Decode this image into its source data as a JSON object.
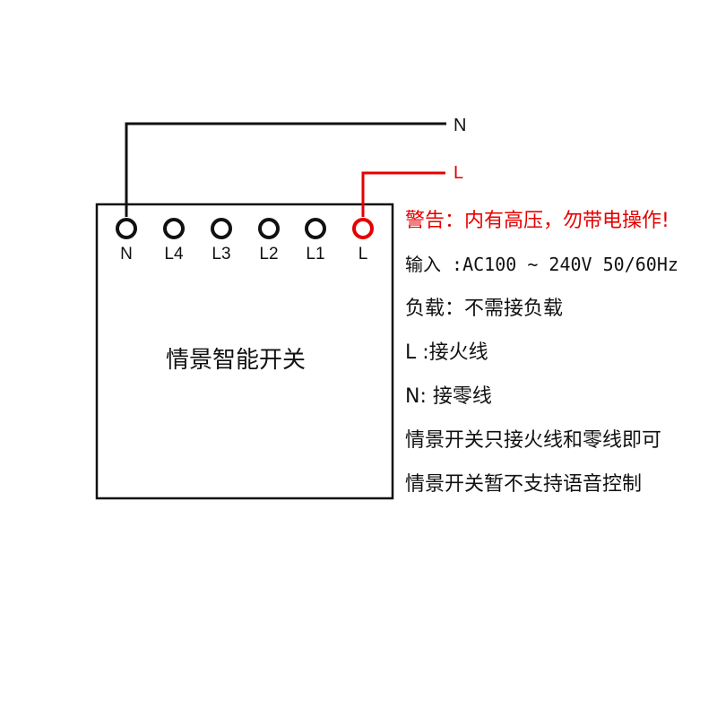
{
  "wires": {
    "neutral": {
      "label": "N",
      "color": "#111111"
    },
    "live": {
      "label": "L",
      "color": "#e60000"
    }
  },
  "device": {
    "title": "情景智能开关",
    "terminals": [
      {
        "label": "N"
      },
      {
        "label": "L4"
      },
      {
        "label": "L3"
      },
      {
        "label": "L2"
      },
      {
        "label": "L1"
      },
      {
        "label": "L"
      }
    ]
  },
  "notes": {
    "warning": "警告：内有高压，勿带电操作!",
    "input": "输入 :AC100 ~ 240V 50/60Hz",
    "load": "负载：不需接负载",
    "l_wire": "L :接火线",
    "n_wire": "N: 接零线",
    "wiring": "情景开关只接火线和零线即可",
    "voice": "情景开关暂不支持语音控制"
  }
}
